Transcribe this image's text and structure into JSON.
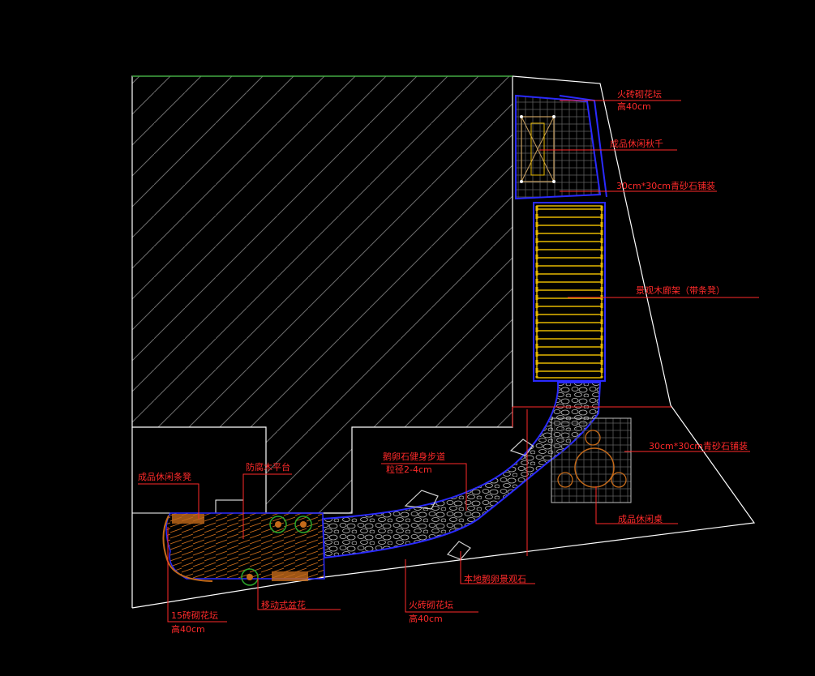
{
  "colors": {
    "background": "#000000",
    "outline": "#ffffff",
    "building_top_edge": "#2aa52a",
    "label": "#ff2a2a",
    "leader": "#ff2a2a",
    "hatch": "#6e6e6e",
    "path_edge": "#2a2aff",
    "pergola": "#e6b800",
    "deck": "#c46a1a",
    "paving_grid": "#6e6e6e"
  },
  "labels": {
    "planter_top": "火砖砌花坛",
    "planter_top_height": "高40cm",
    "swing": "成品休闲秋千",
    "paving_top": "30cm*30cm青砂石铺装",
    "pergola": "景观木廊架（带条凳）",
    "pebble_path": "鹅卵石健身步道",
    "pebble_size": "粒径2-4cm",
    "paving_right": "30cm*30cm青砂石铺装",
    "bench": "成品休闲条凳",
    "deck": "防腐木平台",
    "table": "成品休闲桌",
    "rock": "本地鹅卵景观石",
    "planter_left": "15砖砌花坛",
    "planter_left_height": "高40cm",
    "planter_mobile": "移动式盆花",
    "planter_bottom": "火砖砌花坛",
    "planter_bottom_height": "高40cm"
  }
}
